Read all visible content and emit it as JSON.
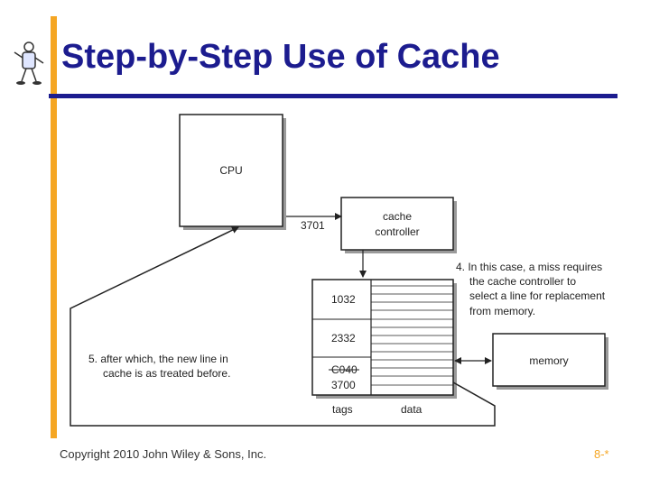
{
  "slide": {
    "title": "Step-by-Step Use of Cache",
    "footer_left": "Copyright 2010 John Wiley & Sons, Inc.",
    "footer_right": "8-*",
    "accent_color": "#f5a623",
    "title_color": "#1c1c8f"
  },
  "diagram": {
    "cpu_label": "CPU",
    "address_label": "3701",
    "controller_label_line1": "cache",
    "controller_label_line2": "controller",
    "tags": [
      "1032",
      "2332",
      "C040",
      "3700"
    ],
    "tags_header": "tags",
    "data_header": "data",
    "memory_label": "memory",
    "note4": [
      "4. In this case, a miss requires",
      "the cache controller to",
      "select a line for replacement",
      "from memory."
    ],
    "note5": [
      "5. after which, the new line in",
      "cache is as treated before."
    ]
  },
  "icons": {
    "mascot": "cartoon-mascot-icon"
  }
}
